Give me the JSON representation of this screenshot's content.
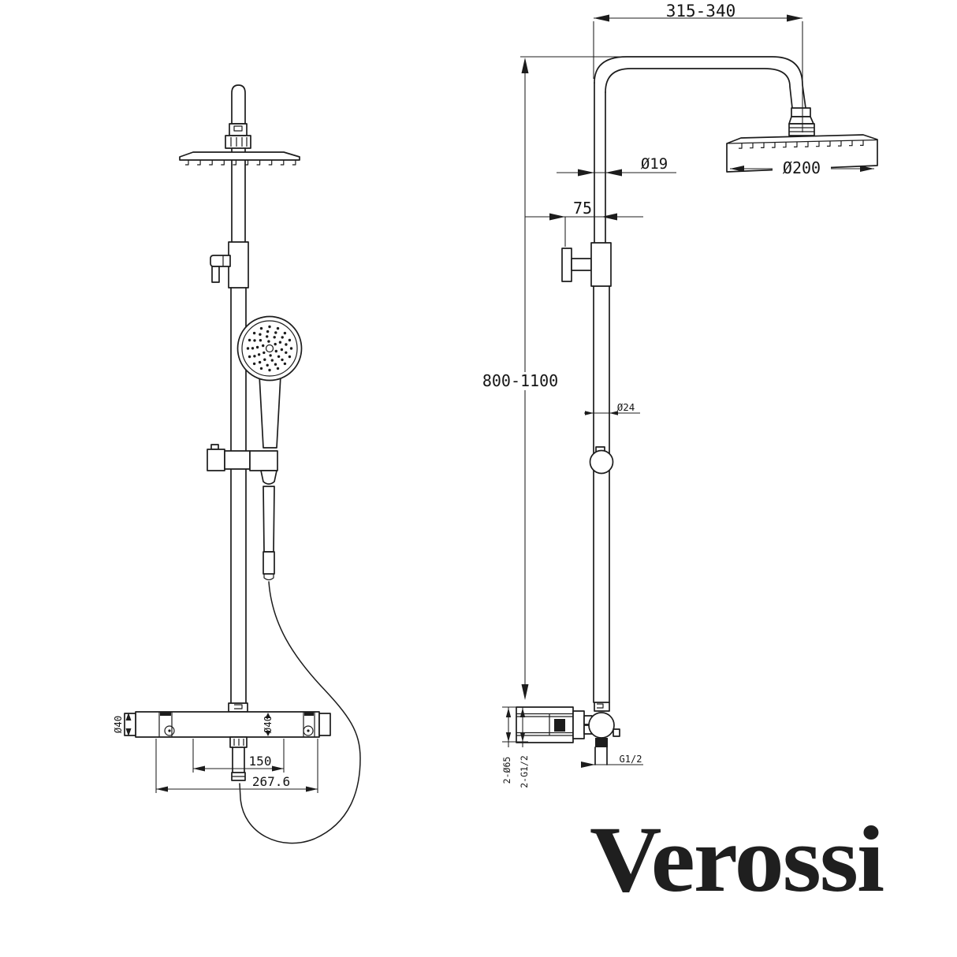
{
  "drawing": {
    "front_view": {
      "dim_valve_diameter_left": "Ø40",
      "dim_valve_diameter_center": "Ø40",
      "dim_inlet_spacing": "150",
      "dim_valve_width": "267.6"
    },
    "side_view": {
      "dim_arm_reach": "315-340",
      "dim_riser_upper_diameter": "Ø19",
      "dim_head_diameter": "Ø200",
      "dim_bracket_offset": "75",
      "dim_riser_height": "800-1100",
      "dim_riser_lower_diameter": "Ø24",
      "dim_outlet_thread": "G1/2",
      "dim_escutcheon": "2-Ø65",
      "dim_inlet_thread": "2-G1/2"
    },
    "brand": {
      "logo_text": "Verossi"
    }
  },
  "colors": {
    "line": "#1c1c1c",
    "background": "#ffffff"
  }
}
